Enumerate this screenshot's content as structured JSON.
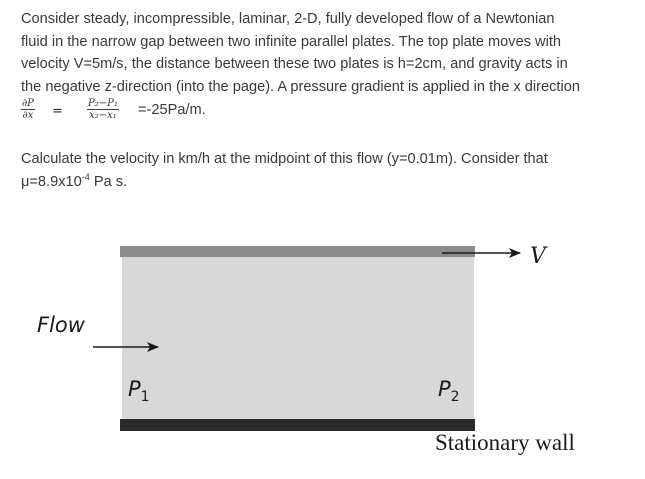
{
  "problem": {
    "line1": "Consider steady, incompressible, laminar, 2-D, fully developed flow of a Newtonian",
    "line2": "fluid in the narrow gap between two infinite parallel plates. The top plate moves with",
    "line3": "velocity V=5m/s, the distance between these two plates is h=2cm, and gravity acts in",
    "line4": "the negative z-direction (into the page). A pressure gradient is applied in the x direction",
    "gradient": {
      "lhs_num": "∂P",
      "lhs_den": "∂x",
      "eq1": "=",
      "rhs_num": "P₂−P₁",
      "rhs_den": "x₂−x₁",
      "value": "=-25Pa/m."
    },
    "question_line1": "Calculate the velocity in km/h at the midpoint of this flow (y=0.01m). Consider that",
    "question_mu_prefix": "μ=8.9x10",
    "question_mu_exp": "-4",
    "question_mu_suffix": " Pa s."
  },
  "diagram": {
    "flow_label": "Flow",
    "top_velocity_label": "V",
    "p1_base": "P",
    "p1_sub": "1",
    "p2_base": "P",
    "p2_sub": "2",
    "wall_label": "Stationary wall",
    "colors": {
      "top_plate": "#8c8c8c",
      "gap_fluid": "#d8d8d8",
      "bottom_wall": "#2a2a2a",
      "arrows": "#1a1a1a"
    }
  }
}
